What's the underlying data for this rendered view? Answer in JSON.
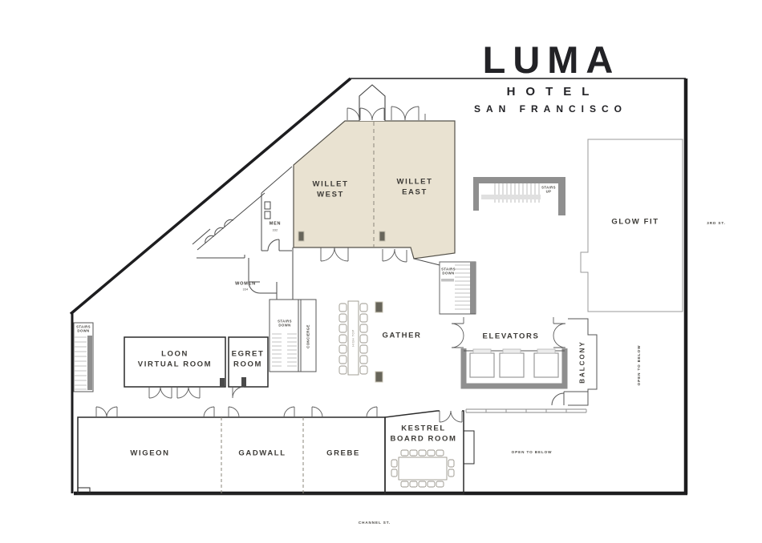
{
  "brand": {
    "name": "LUMA",
    "descriptor": "HOTEL",
    "city": "SAN FRANCISCO"
  },
  "streets": {
    "east": "3RD ST.",
    "south": "CHANNEL ST."
  },
  "rooms": {
    "willet_west": "WILLET\nWEST",
    "willet_east": "WILLET\nEAST",
    "men": "MEN",
    "men_number": "332",
    "women": "WOMEN",
    "women_number": "334",
    "glow_fit": "GLOW FIT",
    "gather": "GATHER",
    "elevators": "ELEVATORS",
    "balcony": "BALCONY",
    "concierge": "CONCIERGE",
    "high_top": "HIGH TOP",
    "loon_virtual": "LOON\nVIRTUAL ROOM",
    "egret": "EGRET\nROOM",
    "wigeon": "WIGEON",
    "gadwall": "GADWALL",
    "grebe": "GREBE",
    "kestrel": "KESTREL\nBOARD ROOM"
  },
  "annotations": {
    "stairs_up": "STAIRS\nUP",
    "stairs_down": "STAIRS\nDOWN",
    "open_to_below": "OPEN TO BELOW"
  },
  "colors": {
    "willet_fill": "#e9e2d1",
    "wall_dark": "#1d1d1f",
    "wall_gray": "#8f8f8f",
    "column_fill": "#67655a"
  }
}
